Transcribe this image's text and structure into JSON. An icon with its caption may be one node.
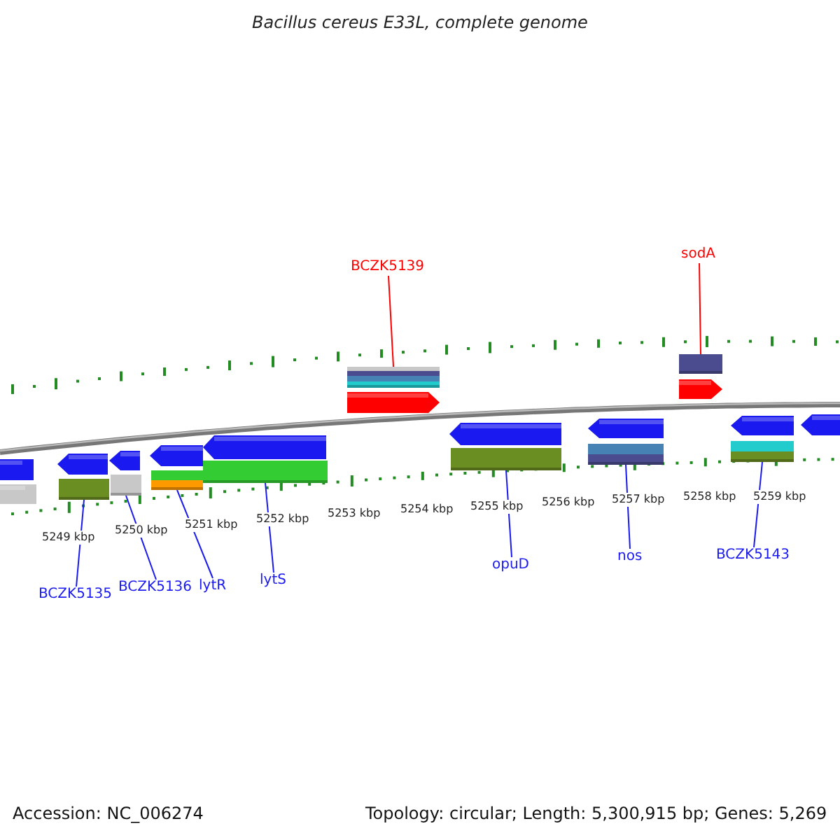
{
  "diagram": {
    "title": "Bacillus cereus E33L, complete genome",
    "nodes": [
      {
        "text": [
          "BCZK5139"
        ]
      },
      {
        "text": [],
        "shape": "bar"
      },
      {
        "text": [
          "sodA"
        ]
      },
      {
        "text": [],
        "shape": "bar"
      },
      {
        "text": [
          "BCZK5135"
        ]
      },
      {
        "text": [],
        "shape": "bar"
      },
      {
        "text": [
          "BCZK5136"
        ]
      },
      {
        "text": [],
        "shape": "bar"
      },
      {
        "text": [
          "lytR"
        ]
      },
      {
        "text": [],
        "shape": "bar"
      },
      {
        "text": [
          "lytS"
        ]
      },
      {
        "text": [],
        "shape": "bar"
      },
      {
        "text": [
          "opuD"
        ]
      },
      {
        "text": [],
        "shape": "bar"
      },
      {
        "text": [
          "nos"
        ]
      },
      {
        "text": [],
        "shape": "bar"
      },
      {
        "text": [
          "BCZK5143"
        ]
      },
      {
        "text": [],
        "shape": "bar"
      }
    ],
    "edges": [
      {
        "from": 0,
        "to": 1,
        "arrow": "none",
        "color": "#ff0000"
      },
      {
        "from": 2,
        "to": 3,
        "arrow": "none",
        "color": "#ff0000"
      },
      {
        "from": 4,
        "to": 5,
        "arrow": "none"
      },
      {
        "from": 6,
        "to": 7,
        "arrow": "none"
      },
      {
        "from": 8,
        "to": 9,
        "arrow": "none"
      },
      {
        "from": 10,
        "to": 11,
        "arrow": "none"
      },
      {
        "from": 12,
        "to": 13,
        "arrow": "none"
      },
      {
        "from": 14,
        "to": 15,
        "arrow": "none"
      },
      {
        "from": 16,
        "to": 17,
        "arrow": "none"
      }
    ],
    "labels": [
      "5249 kbp",
      "5250 kbp",
      "5251 kbp",
      "5252 kbp",
      "5253 kbp",
      "5254 kbp",
      "5255 kbp",
      "5256 kbp",
      "5257 kbp",
      "5258 kbp",
      "5259 kbp",
      "Accession: NC_006274",
      "Topology: circular; Length: 5,300,915 bp; Genes: 5,269"
    ]
  }
}
